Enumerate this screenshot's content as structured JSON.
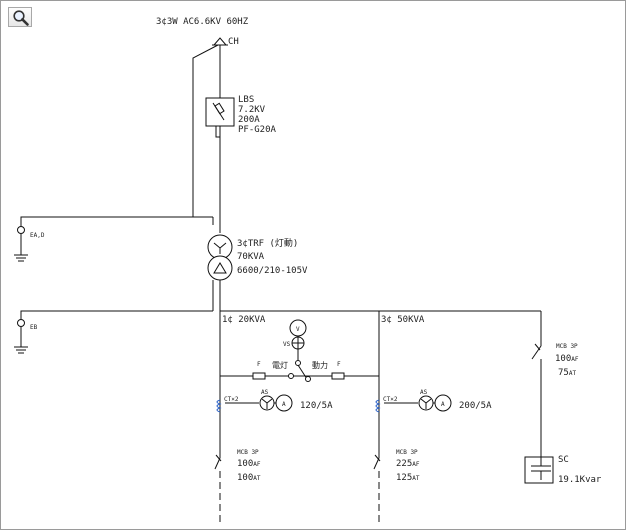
{
  "toolbar": {
    "zoom_icon": "magnifier-icon"
  },
  "supply": {
    "label": "3¢3W  AC6.6KV  60HZ",
    "ch_label": "CH"
  },
  "lbs": {
    "name": "LBS",
    "voltage": "7.2KV",
    "current": "200A",
    "fuse": "PF-G20A"
  },
  "grounds": {
    "ead": "EA,D",
    "eb": "EB"
  },
  "transformer": {
    "name": "3¢TRF (灯動)",
    "capacity": "70KVA",
    "ratio": "6600/210-105V"
  },
  "feeders": {
    "left": {
      "title": "1¢  20KVA",
      "ct": "CT×2",
      "as": "AS",
      "ammeter": "A",
      "ratio": "120/5A",
      "mcb_title": "MCB 3P",
      "af": "100",
      "af_unit": "AF",
      "at": "100",
      "at_unit": "AT"
    },
    "right": {
      "title": "3¢  50KVA",
      "ct": "CT×2",
      "as": "AS",
      "ammeter": "A",
      "ratio": "200/5A",
      "mcb_title": "MCB 3P",
      "af": "225",
      "af_unit": "AF",
      "at": "125",
      "at_unit": "AT"
    }
  },
  "meter": {
    "v": "V",
    "vs": "VS",
    "light": "電灯",
    "power": "動力",
    "fuse_left": "F",
    "fuse_right": "F"
  },
  "capacitor_feeder": {
    "mcb_title": "MCB 3P",
    "af": "100",
    "af_unit": "AF",
    "at": "75",
    "at_unit": "AT",
    "sc": "SC",
    "rating": "19.1Kvar"
  }
}
